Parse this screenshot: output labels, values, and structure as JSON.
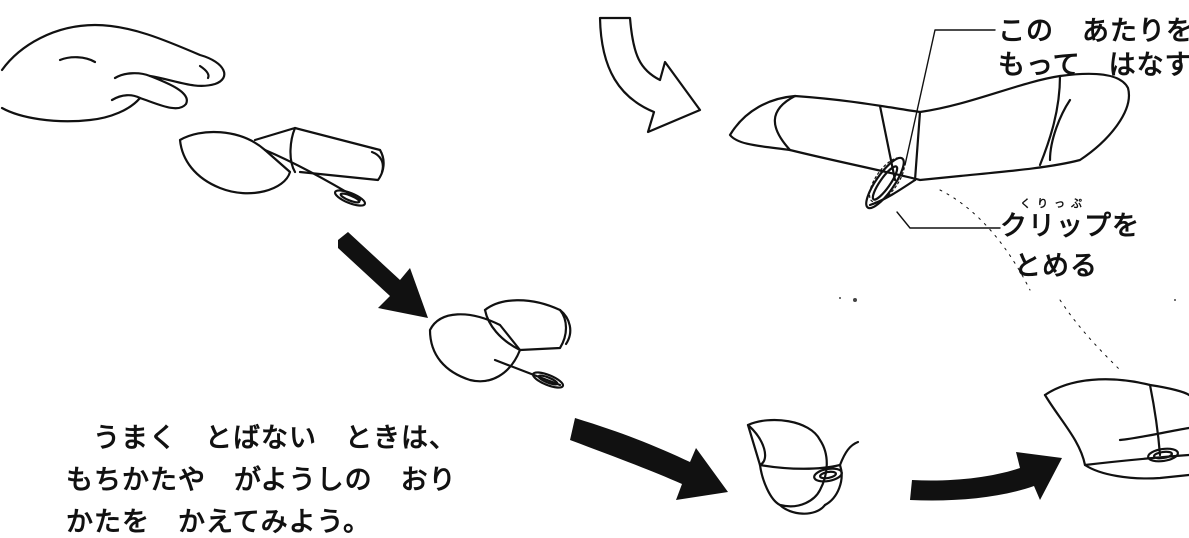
{
  "annotations": {
    "hold_release": {
      "line1": "この　あたりを",
      "line2": "もって　はなす"
    },
    "clip": {
      "ruby": "くりっぷ",
      "line1": "クリップを",
      "line2": "とめる"
    }
  },
  "instructions": {
    "line1": "うまく　とばない　ときは、",
    "line2": "もちかたや　がようしの　おり",
    "line3": "かたを　かえてみよう。"
  }
}
